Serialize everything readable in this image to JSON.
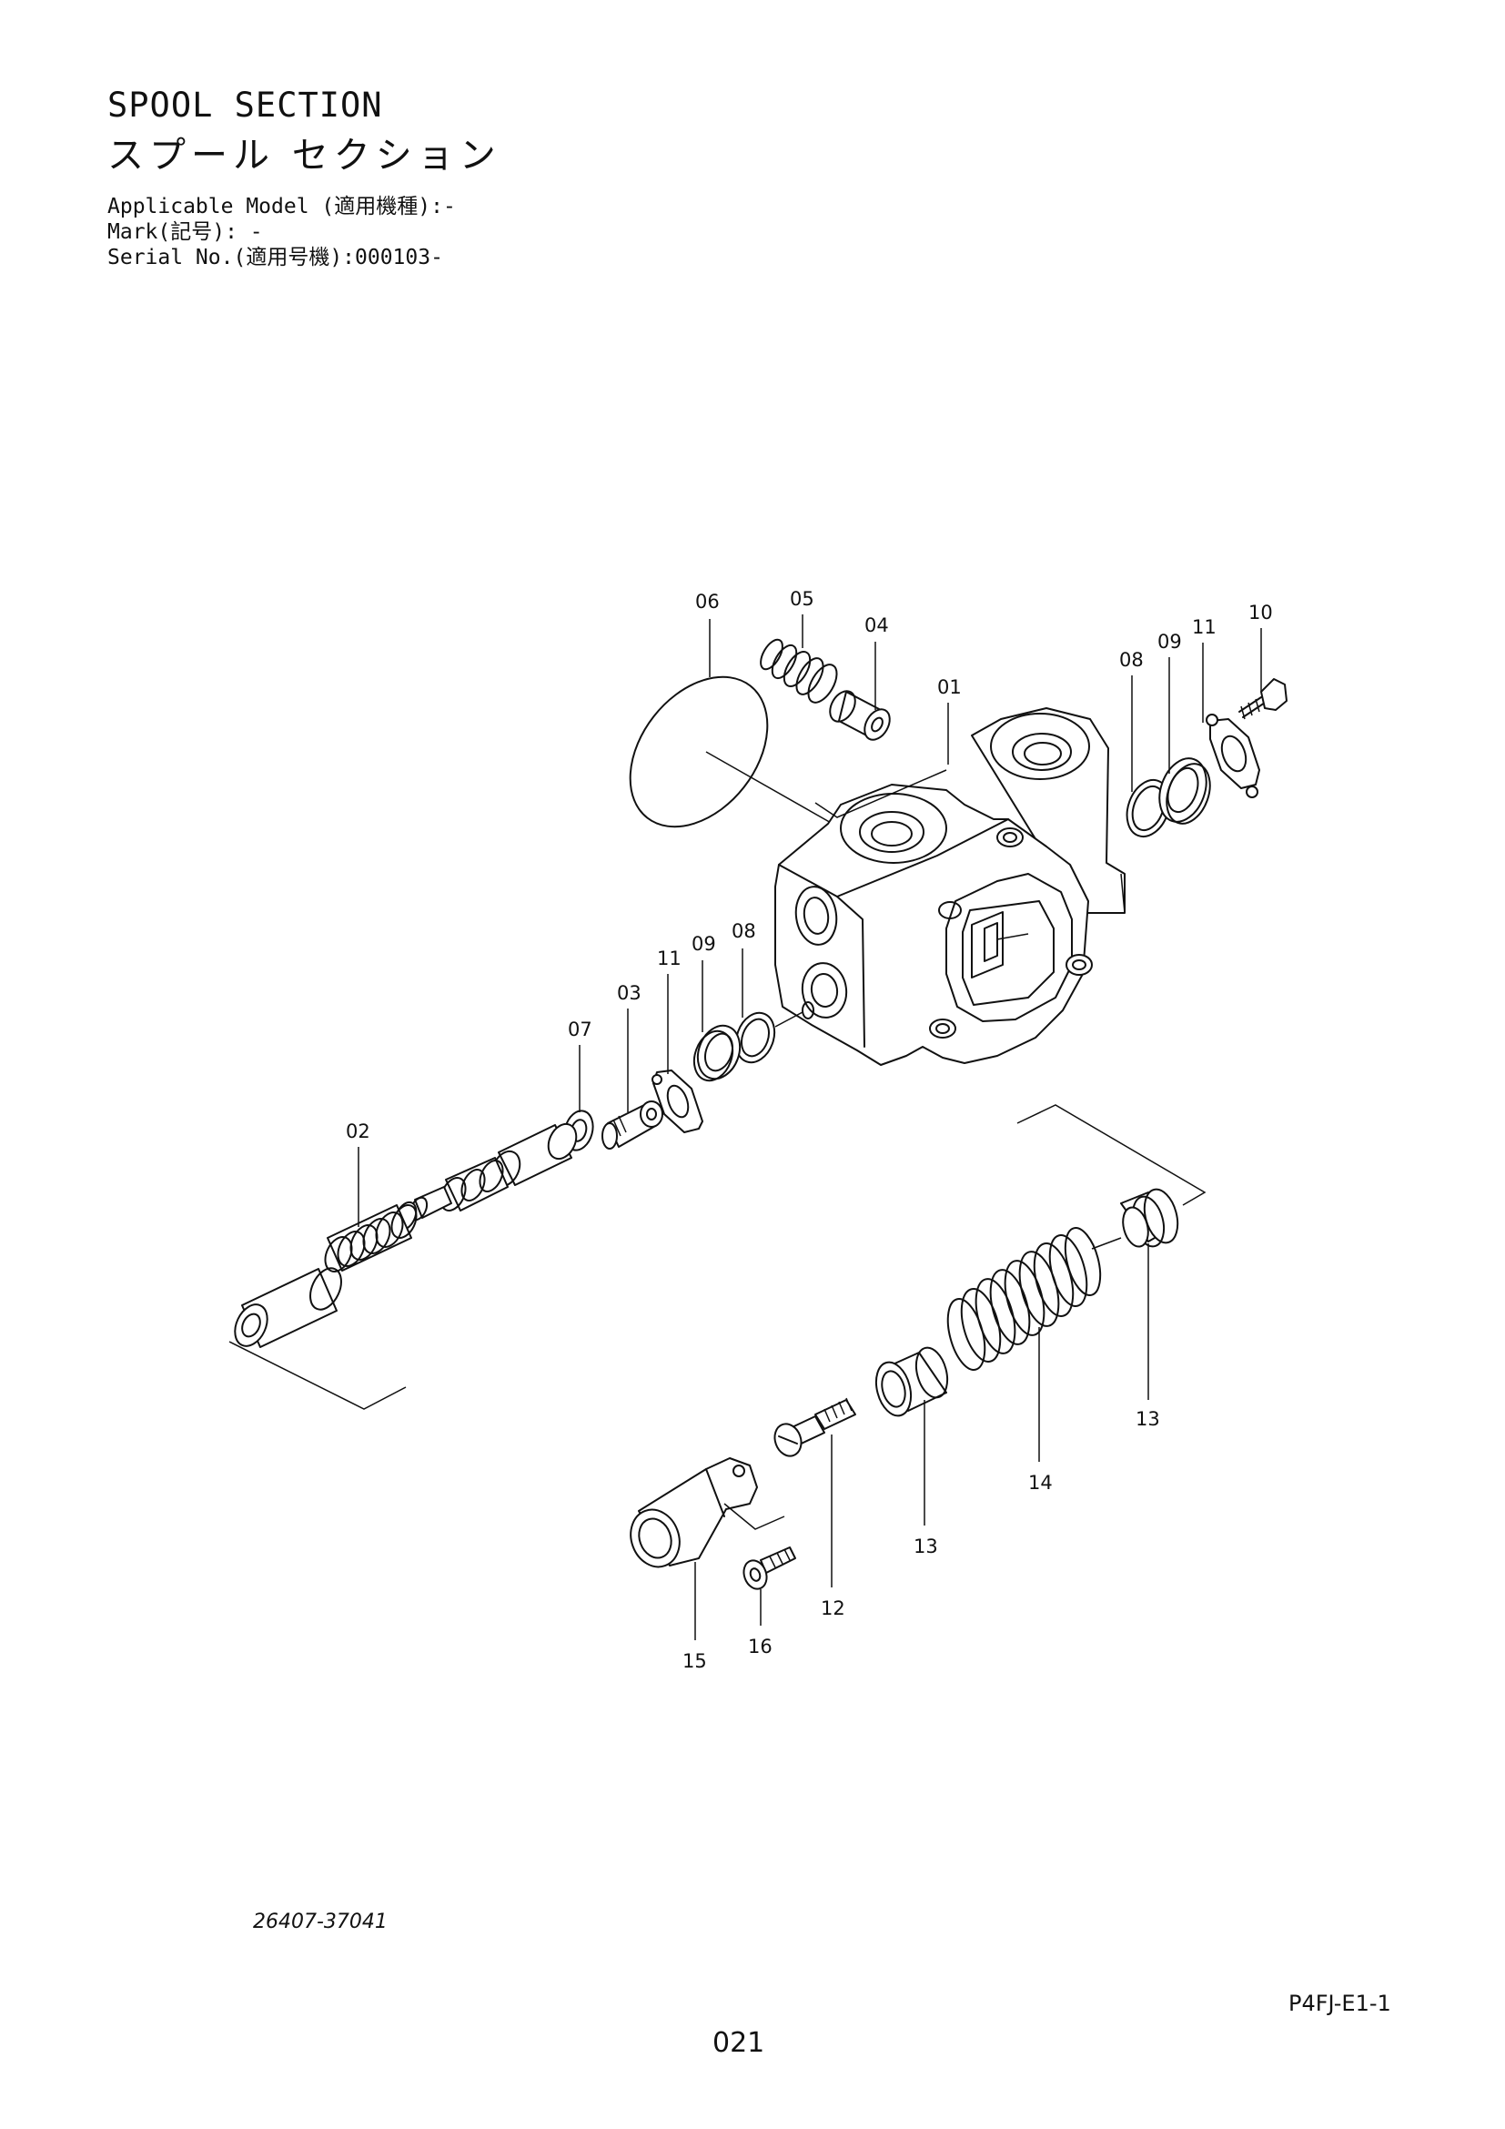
{
  "header": {
    "title_en": "SPOOL SECTION",
    "title_jp": "スプール セクション",
    "applicable_model": "Applicable Model (適用機種):-",
    "mark": "Mark(記号): -",
    "serial_no": "Serial No.(適用号機):000103-"
  },
  "callouts": {
    "c01": "01",
    "c02": "02",
    "c03": "03",
    "c04": "04",
    "c05": "05",
    "c06": "06",
    "c07": "07",
    "c08a": "08",
    "c08b": "08",
    "c09a": "09",
    "c09b": "09",
    "c10": "10",
    "c11a": "11",
    "c11b": "11",
    "c12": "12",
    "c13a": "13",
    "c13b": "13",
    "c14": "14",
    "c15": "15",
    "c16": "16"
  },
  "footer": {
    "part_number": "26407-37041",
    "ref_code": "P4FJ-E1-1",
    "page_number": "021"
  }
}
